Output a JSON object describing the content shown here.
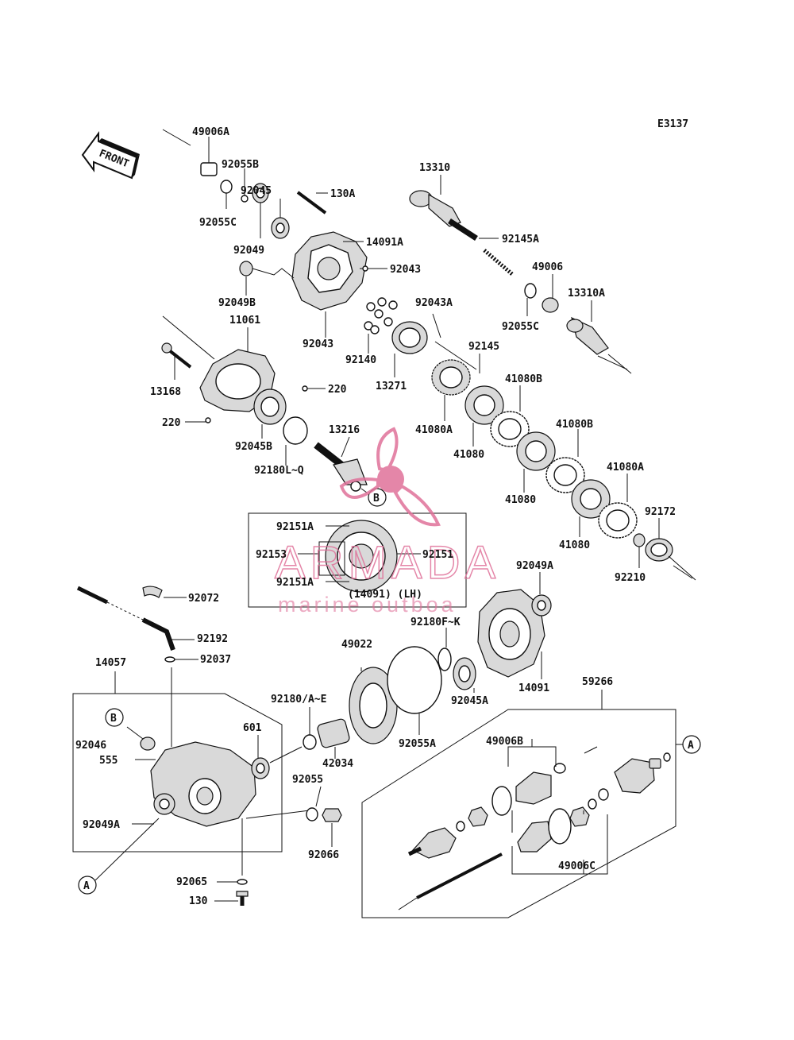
{
  "diagram_code": "E3137",
  "front_label": "FRONT",
  "watermark": {
    "brand": "ARMADA",
    "sub": "marine outboa",
    "color": "#e0729a"
  },
  "inset_note": "(14091) (LH)",
  "callouts": [
    {
      "id": "c1",
      "text": "49006A"
    },
    {
      "id": "c2",
      "text": "92055B"
    },
    {
      "id": "c3",
      "text": "92045"
    },
    {
      "id": "c4",
      "text": "92055C"
    },
    {
      "id": "c5",
      "text": "130A"
    },
    {
      "id": "c6",
      "text": "14091A"
    },
    {
      "id": "c7",
      "text": "92049"
    },
    {
      "id": "c8",
      "text": "92043"
    },
    {
      "id": "c9",
      "text": "92049B"
    },
    {
      "id": "c10",
      "text": "92043"
    },
    {
      "id": "c11",
      "text": "11061"
    },
    {
      "id": "c12",
      "text": "13168"
    },
    {
      "id": "c13",
      "text": "220"
    },
    {
      "id": "c14",
      "text": "220"
    },
    {
      "id": "c15",
      "text": "92045B"
    },
    {
      "id": "c16",
      "text": "13216"
    },
    {
      "id": "c17",
      "text": "92180L~Q"
    },
    {
      "id": "c18",
      "text": "13310"
    },
    {
      "id": "c19",
      "text": "92145A"
    },
    {
      "id": "c20",
      "text": "49006"
    },
    {
      "id": "c21",
      "text": "13310A"
    },
    {
      "id": "c22",
      "text": "92055C"
    },
    {
      "id": "c23",
      "text": "92043A"
    },
    {
      "id": "c24",
      "text": "92140"
    },
    {
      "id": "c25",
      "text": "13271"
    },
    {
      "id": "c26",
      "text": "92145"
    },
    {
      "id": "c27",
      "text": "41080B"
    },
    {
      "id": "c28",
      "text": "41080A"
    },
    {
      "id": "c29",
      "text": "41080"
    },
    {
      "id": "c30",
      "text": "41080B"
    },
    {
      "id": "c31",
      "text": "41080"
    },
    {
      "id": "c32",
      "text": "41080A"
    },
    {
      "id": "c33",
      "text": "92172"
    },
    {
      "id": "c34",
      "text": "41080"
    },
    {
      "id": "c35",
      "text": "92210"
    },
    {
      "id": "c36",
      "text": "92151A"
    },
    {
      "id": "c37",
      "text": "92153"
    },
    {
      "id": "c38",
      "text": "92151"
    },
    {
      "id": "c39",
      "text": "92151A"
    },
    {
      "id": "c40",
      "text": "92049A"
    },
    {
      "id": "c41",
      "text": "92072"
    },
    {
      "id": "c42",
      "text": "92192"
    },
    {
      "id": "c43",
      "text": "92037"
    },
    {
      "id": "c44",
      "text": "14057"
    },
    {
      "id": "c45",
      "text": "92180F~K"
    },
    {
      "id": "c46",
      "text": "49022"
    },
    {
      "id": "c47",
      "text": "92045A"
    },
    {
      "id": "c48",
      "text": "14091"
    },
    {
      "id": "c49",
      "text": "59266"
    },
    {
      "id": "c50",
      "text": "92180/A~E"
    },
    {
      "id": "c51",
      "text": "92046"
    },
    {
      "id": "c52",
      "text": "555"
    },
    {
      "id": "c53",
      "text": "601"
    },
    {
      "id": "c54",
      "text": "42034"
    },
    {
      "id": "c55",
      "text": "92055A"
    },
    {
      "id": "c56",
      "text": "49006B"
    },
    {
      "id": "c57",
      "text": "92055"
    },
    {
      "id": "c58",
      "text": "92049A"
    },
    {
      "id": "c59",
      "text": "92066"
    },
    {
      "id": "c60",
      "text": "92065"
    },
    {
      "id": "c61",
      "text": "130"
    },
    {
      "id": "c62",
      "text": "49006C"
    }
  ],
  "ref_markers": [
    {
      "id": "r1",
      "text": "B"
    },
    {
      "id": "r2",
      "text": "B"
    },
    {
      "id": "r3",
      "text": "A"
    },
    {
      "id": "r4",
      "text": "A"
    }
  ]
}
